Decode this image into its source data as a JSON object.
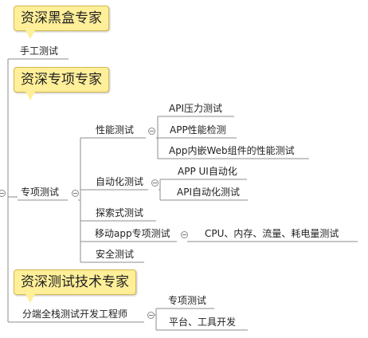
{
  "callouts": {
    "black_box": "资深黑盒专家",
    "specialist": "资深专项专家",
    "test_tech": "资深测试技术专家"
  },
  "nodes": {
    "manual": "手工测试",
    "special": "专项测试",
    "performance": "性能测试",
    "api_stress": "API压力测试",
    "app_perf_check": "APP性能检测",
    "app_web_perf": "App内嵌Web组件的性能测试",
    "automation": "自动化测试",
    "app_ui_auto": "APP UI自动化",
    "api_auto": "API自动化测试",
    "exploratory": "探索式测试",
    "mobile_app": "移动app专项测试",
    "mobile_metrics": "CPU、内存、流量、耗电量测试",
    "security": "安全测试",
    "full_stack": "分端全栈测试开发工程师",
    "special_test": "专项测试",
    "platform_tools": "平台、工具开发"
  },
  "colors": {
    "line": "#8c8c8c",
    "callout_fill": "#ffef99",
    "callout_border": "#d9b94e"
  }
}
